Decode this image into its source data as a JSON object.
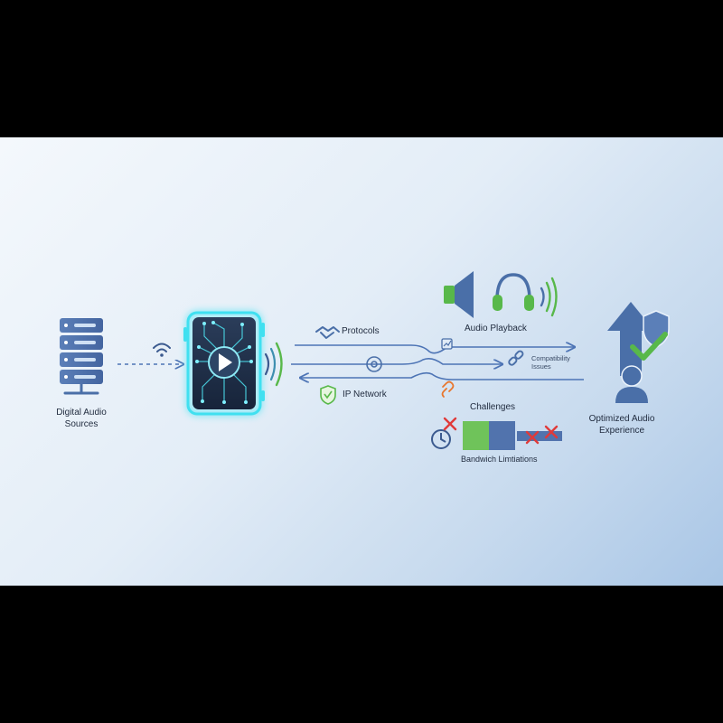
{
  "labels": {
    "sources_line1": "Digital Audio",
    "sources_line2": "Sources",
    "protocols": "Protocols",
    "ip_network": "IP Network",
    "audio_playback": "Audio Playback",
    "compat_line1": "Compatibility",
    "compat_line2": "Issues",
    "challenges": "Challenges",
    "bandwidth": "Bandwich Limtiations",
    "optimized_line1": "Optimized Audio",
    "optimized_line2": "Experience"
  },
  "colors": {
    "primary_blue": "#4a6fa8",
    "line_blue": "#4d74b5",
    "green": "#58b84a",
    "cyan_glow": "#3fe0f0",
    "red": "#e03a3a",
    "orange": "#e8772e"
  },
  "icons": [
    "server-icon",
    "wifi-icon",
    "play-icon",
    "sound-wave-icon",
    "handshake-icon",
    "shield-icon",
    "speaker-icon",
    "headphones-icon",
    "check-chart-icon",
    "target-icon",
    "link-icon",
    "clock-icon",
    "x-icon",
    "upload-arrow-icon",
    "user-icon"
  ]
}
